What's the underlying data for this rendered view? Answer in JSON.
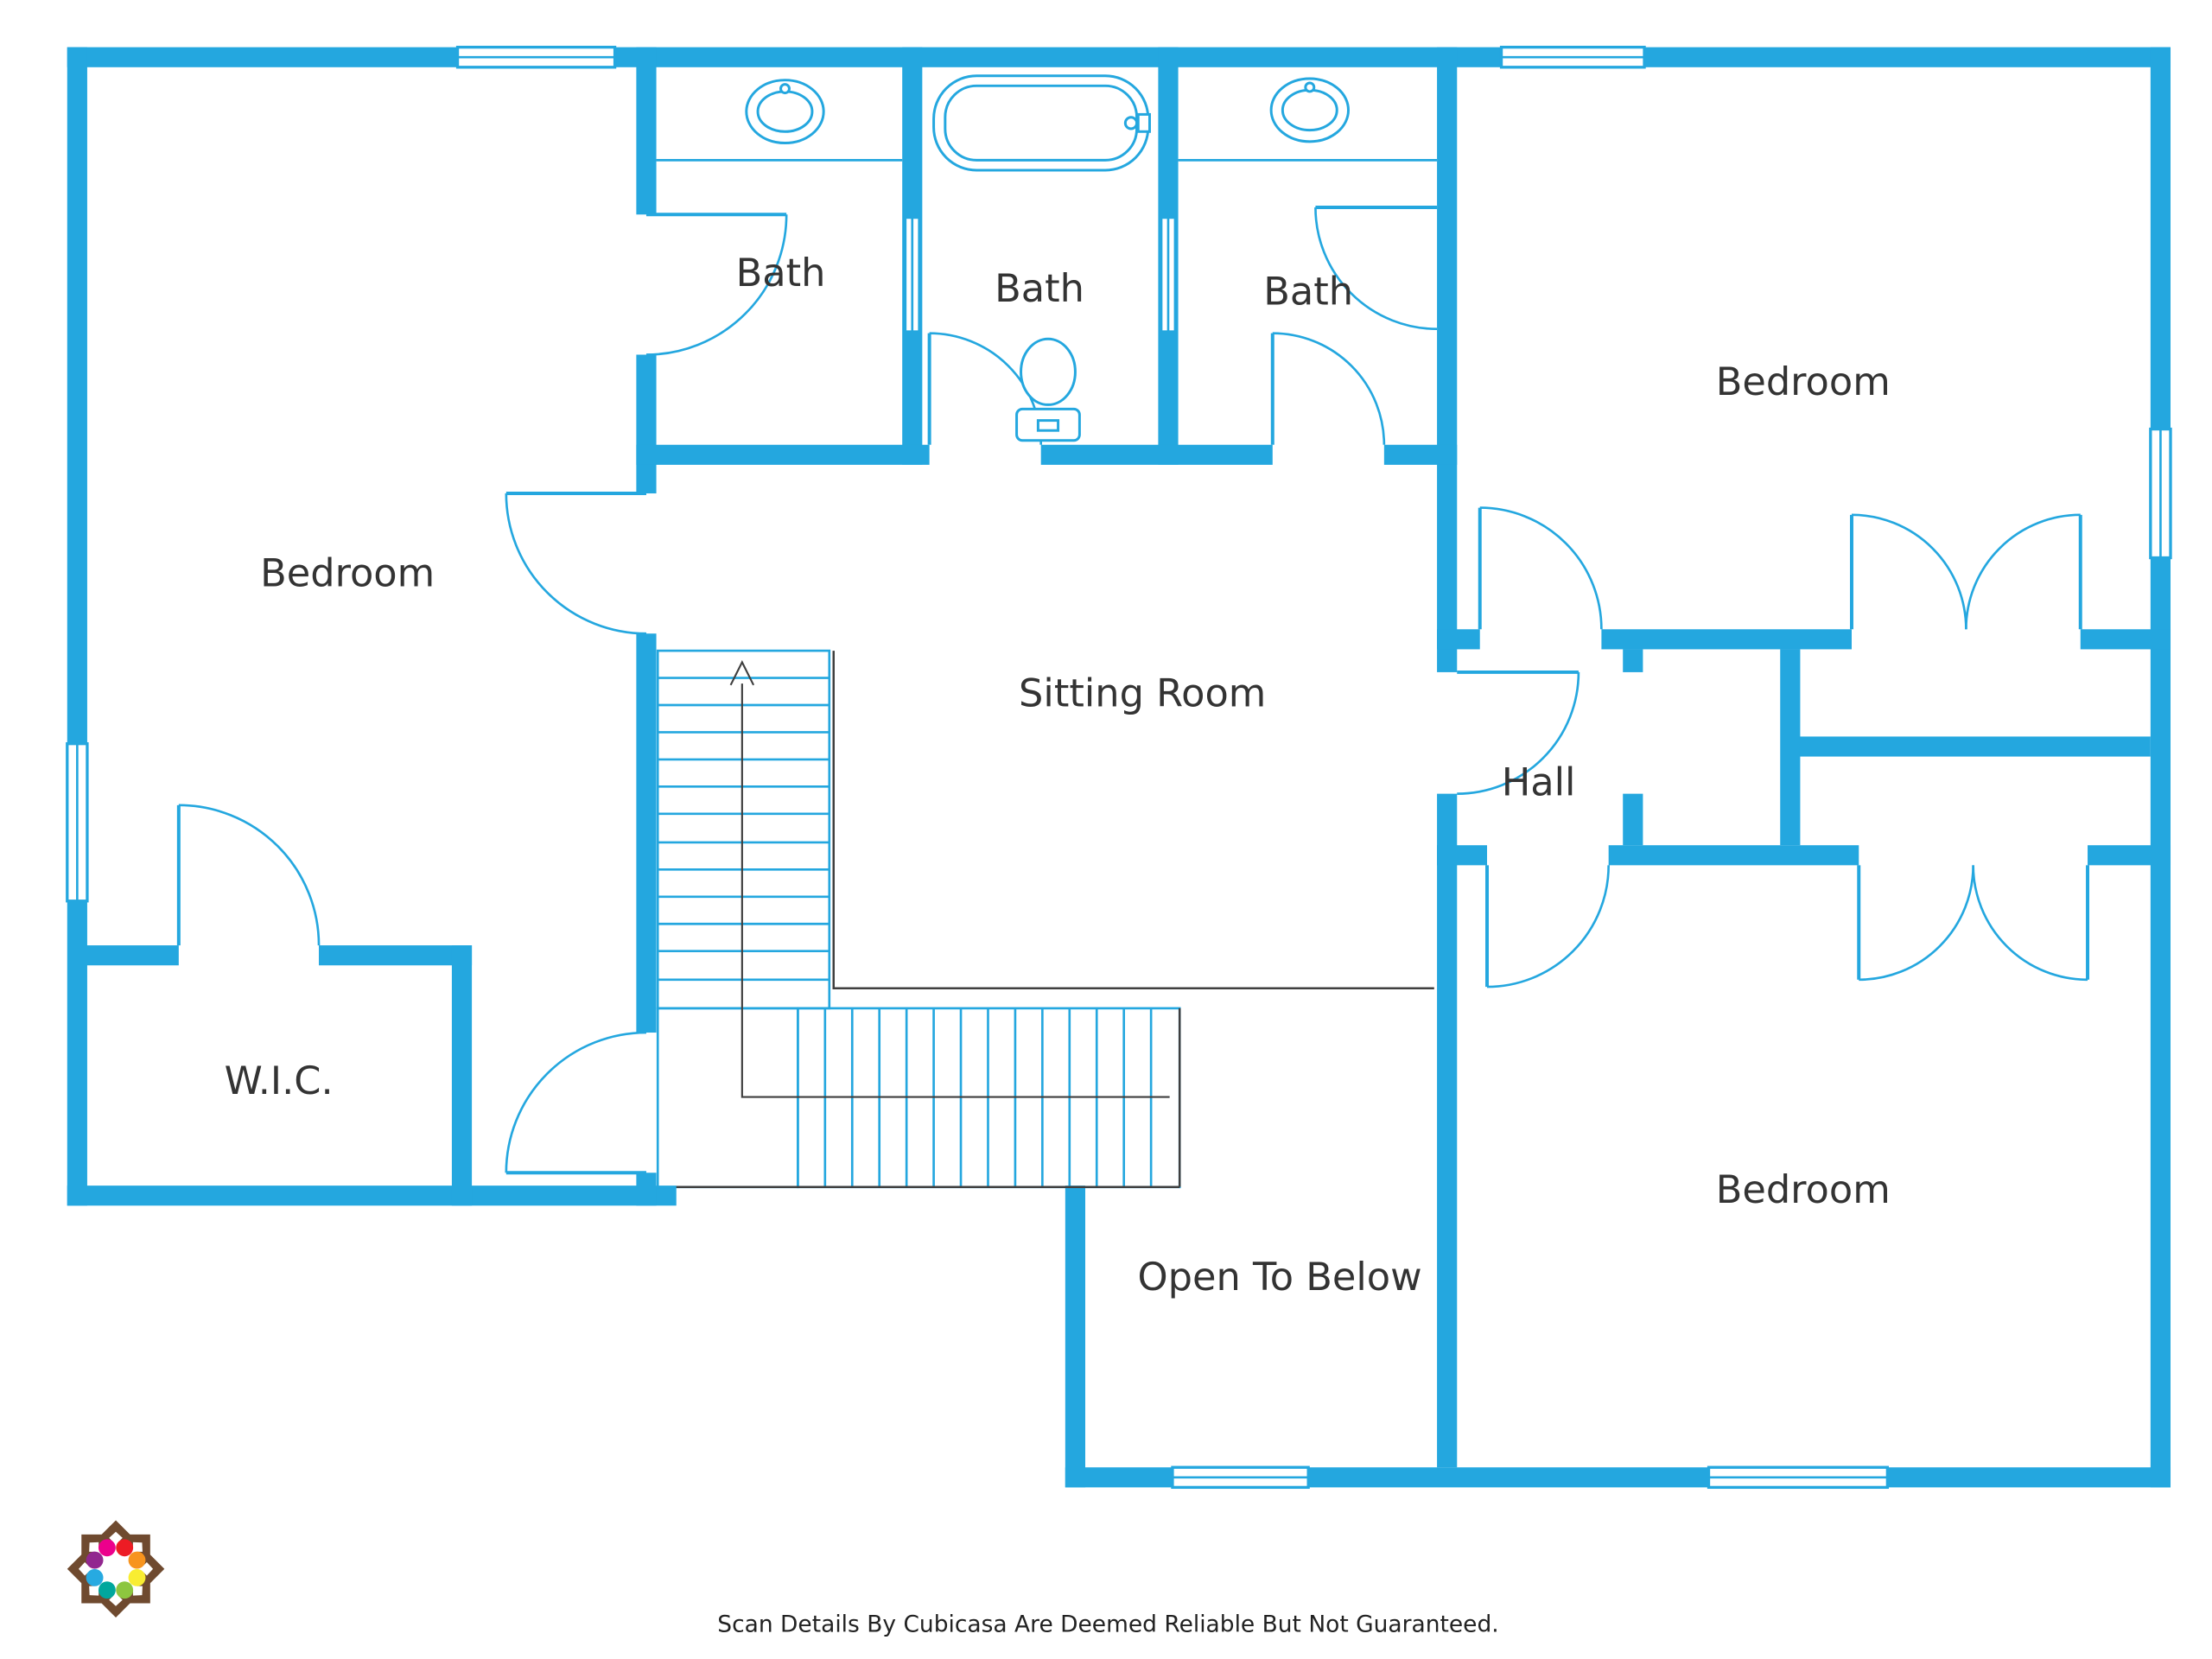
{
  "colors": {
    "wall": "#24A7DF",
    "dark_line": "#3F3F3F",
    "label_text": "#333333"
  },
  "rooms": {
    "bedroom_top_left": {
      "label": "Bedroom"
    },
    "bath_left": {
      "label": "Bath"
    },
    "bath_center": {
      "label": "Bath"
    },
    "bath_right": {
      "label": "Bath"
    },
    "bedroom_top_right": {
      "label": "Bedroom"
    },
    "sitting_room": {
      "label": "Sitting Room"
    },
    "hall": {
      "label": "Hall"
    },
    "wic": {
      "label": "W.I.C."
    },
    "open_to_below": {
      "label": "Open To Below"
    },
    "bedroom_bottom_right": {
      "label": "Bedroom"
    }
  },
  "footer": {
    "disclaimer": "Scan Details By Cubicasa Are Deemed Reliable But Not Guaranteed."
  },
  "logo": {
    "ring_color": "#6F4A2F",
    "colors": [
      "#ED1C24",
      "#F7941E",
      "#F9ED32",
      "#8DC63F",
      "#00A79D",
      "#27AAE1",
      "#92278F",
      "#EC008C"
    ]
  }
}
